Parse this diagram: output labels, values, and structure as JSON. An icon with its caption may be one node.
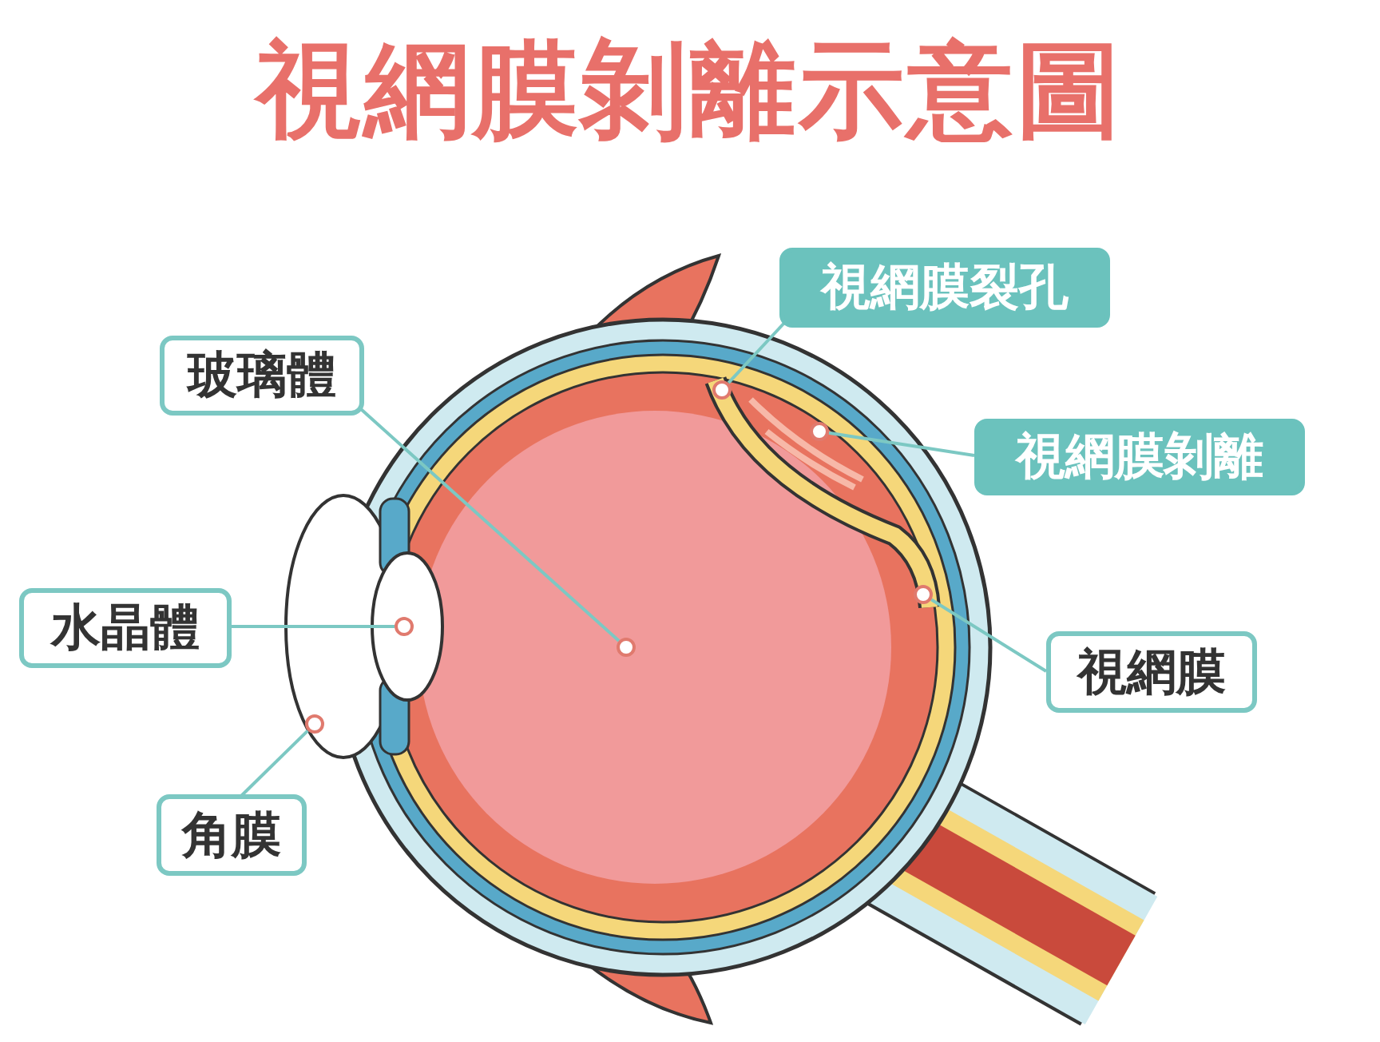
{
  "diagram": {
    "title": "視網膜剝離示意圖",
    "nodes": [
      {
        "text": [
          "玻璃體"
        ]
      },
      {
        "text": [
          "水晶體"
        ]
      },
      {
        "text": [
          "角膜"
        ]
      },
      {
        "text": [
          "視網膜裂孔"
        ]
      },
      {
        "text": [
          "視網膜剝離"
        ]
      },
      {
        "text": [
          "視網膜"
        ]
      },
      {
        "text": [],
        "shape": "circle"
      },
      {
        "text": [],
        "shape": "circle"
      },
      {
        "text": [],
        "shape": "circle"
      },
      {
        "text": [],
        "shape": "circle"
      },
      {
        "text": [],
        "shape": "circle"
      },
      {
        "text": [],
        "shape": "circle"
      }
    ],
    "edges": [
      {
        "from": 0,
        "to": 6,
        "arrow": "none"
      },
      {
        "from": 1,
        "to": 7,
        "arrow": "none"
      },
      {
        "from": 2,
        "to": 8,
        "arrow": "none"
      },
      {
        "from": 3,
        "to": 9,
        "arrow": "none"
      },
      {
        "from": 4,
        "to": 10,
        "arrow": "none"
      },
      {
        "from": 5,
        "to": 11,
        "arrow": "none"
      }
    ]
  }
}
